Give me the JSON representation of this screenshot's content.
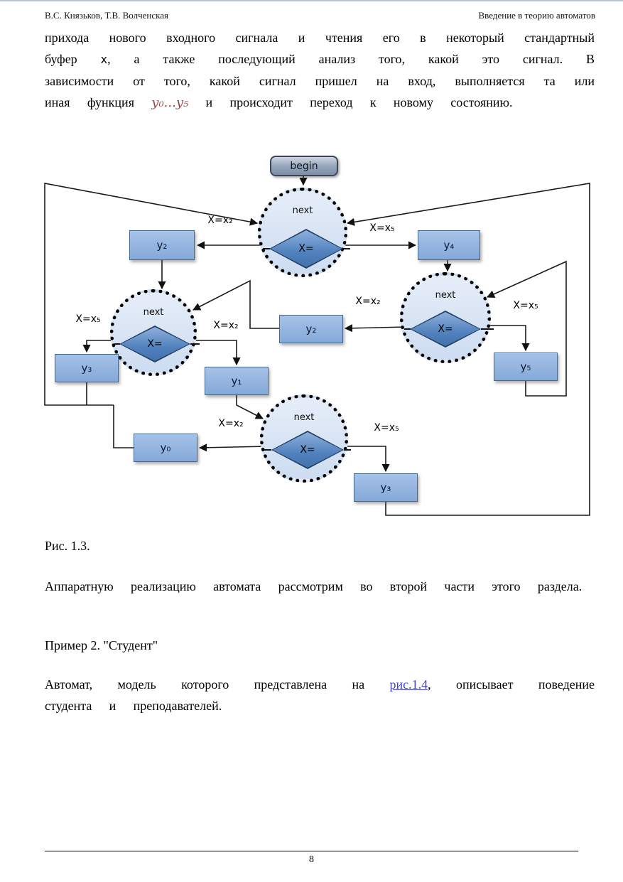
{
  "page": {
    "header_left": "В.С. Князьков, Т.В. Волченская",
    "header_right": "Введение в теорию автоматов",
    "page_number": "8"
  },
  "intro_paragraph": {
    "part1": "прихода нового входного сигнала и чтения его в некоторый стандартный буфер ",
    "buffer_var": "x",
    "part2": ", а также последующий анализ того, какой это сигнал. В зависимости от того, какой сигнал пришел на вход, выполняется та или иная функция ",
    "functions_range": "y₀...y₅",
    "part3": " и происходит переход к новому состоянию."
  },
  "figure": {
    "caption": "Рис. 1.3.",
    "begin_label": "begin",
    "states": [
      {
        "label": "next",
        "decision": "X="
      },
      {
        "label": "next",
        "decision": "X="
      },
      {
        "label": "next",
        "decision": "X="
      },
      {
        "label": "next",
        "decision": "X="
      }
    ],
    "action_boxes": [
      "y₂",
      "y₄",
      "y₃",
      "y₁",
      "y₂",
      "y₅",
      "y₀",
      "y₃"
    ],
    "edge_labels": [
      "X=x₂",
      "X=x₅",
      "X=x₅",
      "X=x₂",
      "X=x₂",
      "X=x₅",
      "X=x₂",
      "X=x₅"
    ]
  },
  "hardware_paragraph": "Аппаратную реализацию автомата рассмотрим во второй части этого раздела.",
  "example_heading": "Пример 2. \"Студент\"",
  "student_paragraph": {
    "part1": "Автомат, модель которого представлена на ",
    "link": "рис.1.4",
    "part2": ", описывает поведение студента и преподавателей."
  },
  "colors": {
    "link": "#4141c8",
    "math_text": "#a04545",
    "state_fill": "#d9e4f4",
    "diamond_fill": "#5584c1",
    "box_fill": "#8fb2e0"
  }
}
